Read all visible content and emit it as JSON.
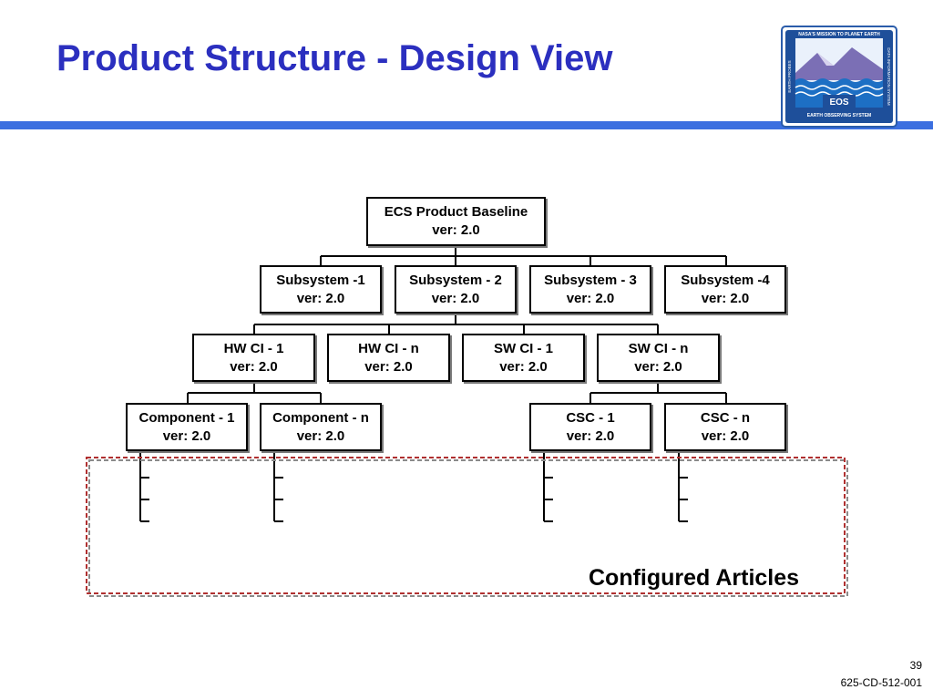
{
  "title": "Product Structure - Design View",
  "logo": {
    "top_text": "NASA'S MISSION TO PLANET EARTH",
    "left_text": "EARTH PROBES",
    "right_text": "DATA INFORMATION SYSTEM",
    "badge": "EOS",
    "bottom_text": "EARTH OBSERVING SYSTEM"
  },
  "root": {
    "name": "ECS Product Baseline",
    "ver": "ver: 2.0"
  },
  "subsystems": [
    {
      "name": "Subsystem -1",
      "ver": "ver: 2.0"
    },
    {
      "name": "Subsystem - 2",
      "ver": "ver: 2.0"
    },
    {
      "name": "Subsystem - 3",
      "ver": "ver: 2.0"
    },
    {
      "name": "Subsystem -4",
      "ver": "ver: 2.0"
    }
  ],
  "cis": [
    {
      "name": "HW CI - 1",
      "ver": "ver: 2.0"
    },
    {
      "name": "HW CI - n",
      "ver": "ver: 2.0"
    },
    {
      "name": "SW CI - 1",
      "ver": "ver: 2.0"
    },
    {
      "name": "SW CI - n",
      "ver": "ver: 2.0"
    }
  ],
  "components": [
    {
      "name": "Component - 1",
      "ver": "ver: 2.0"
    },
    {
      "name": "Component - n",
      "ver": "ver: 2.0"
    },
    {
      "name": "CSC - 1",
      "ver": "ver: 2.0"
    },
    {
      "name": "CSC - n",
      "ver": "ver: 2.0"
    }
  ],
  "configured_articles_label": "Configured Articles",
  "page_number": "39",
  "doc_id": "625-CD-512-001",
  "colors": {
    "title": "#2b2fbf",
    "rule": "#3b6fe0",
    "dashed_border": "#b03030"
  }
}
